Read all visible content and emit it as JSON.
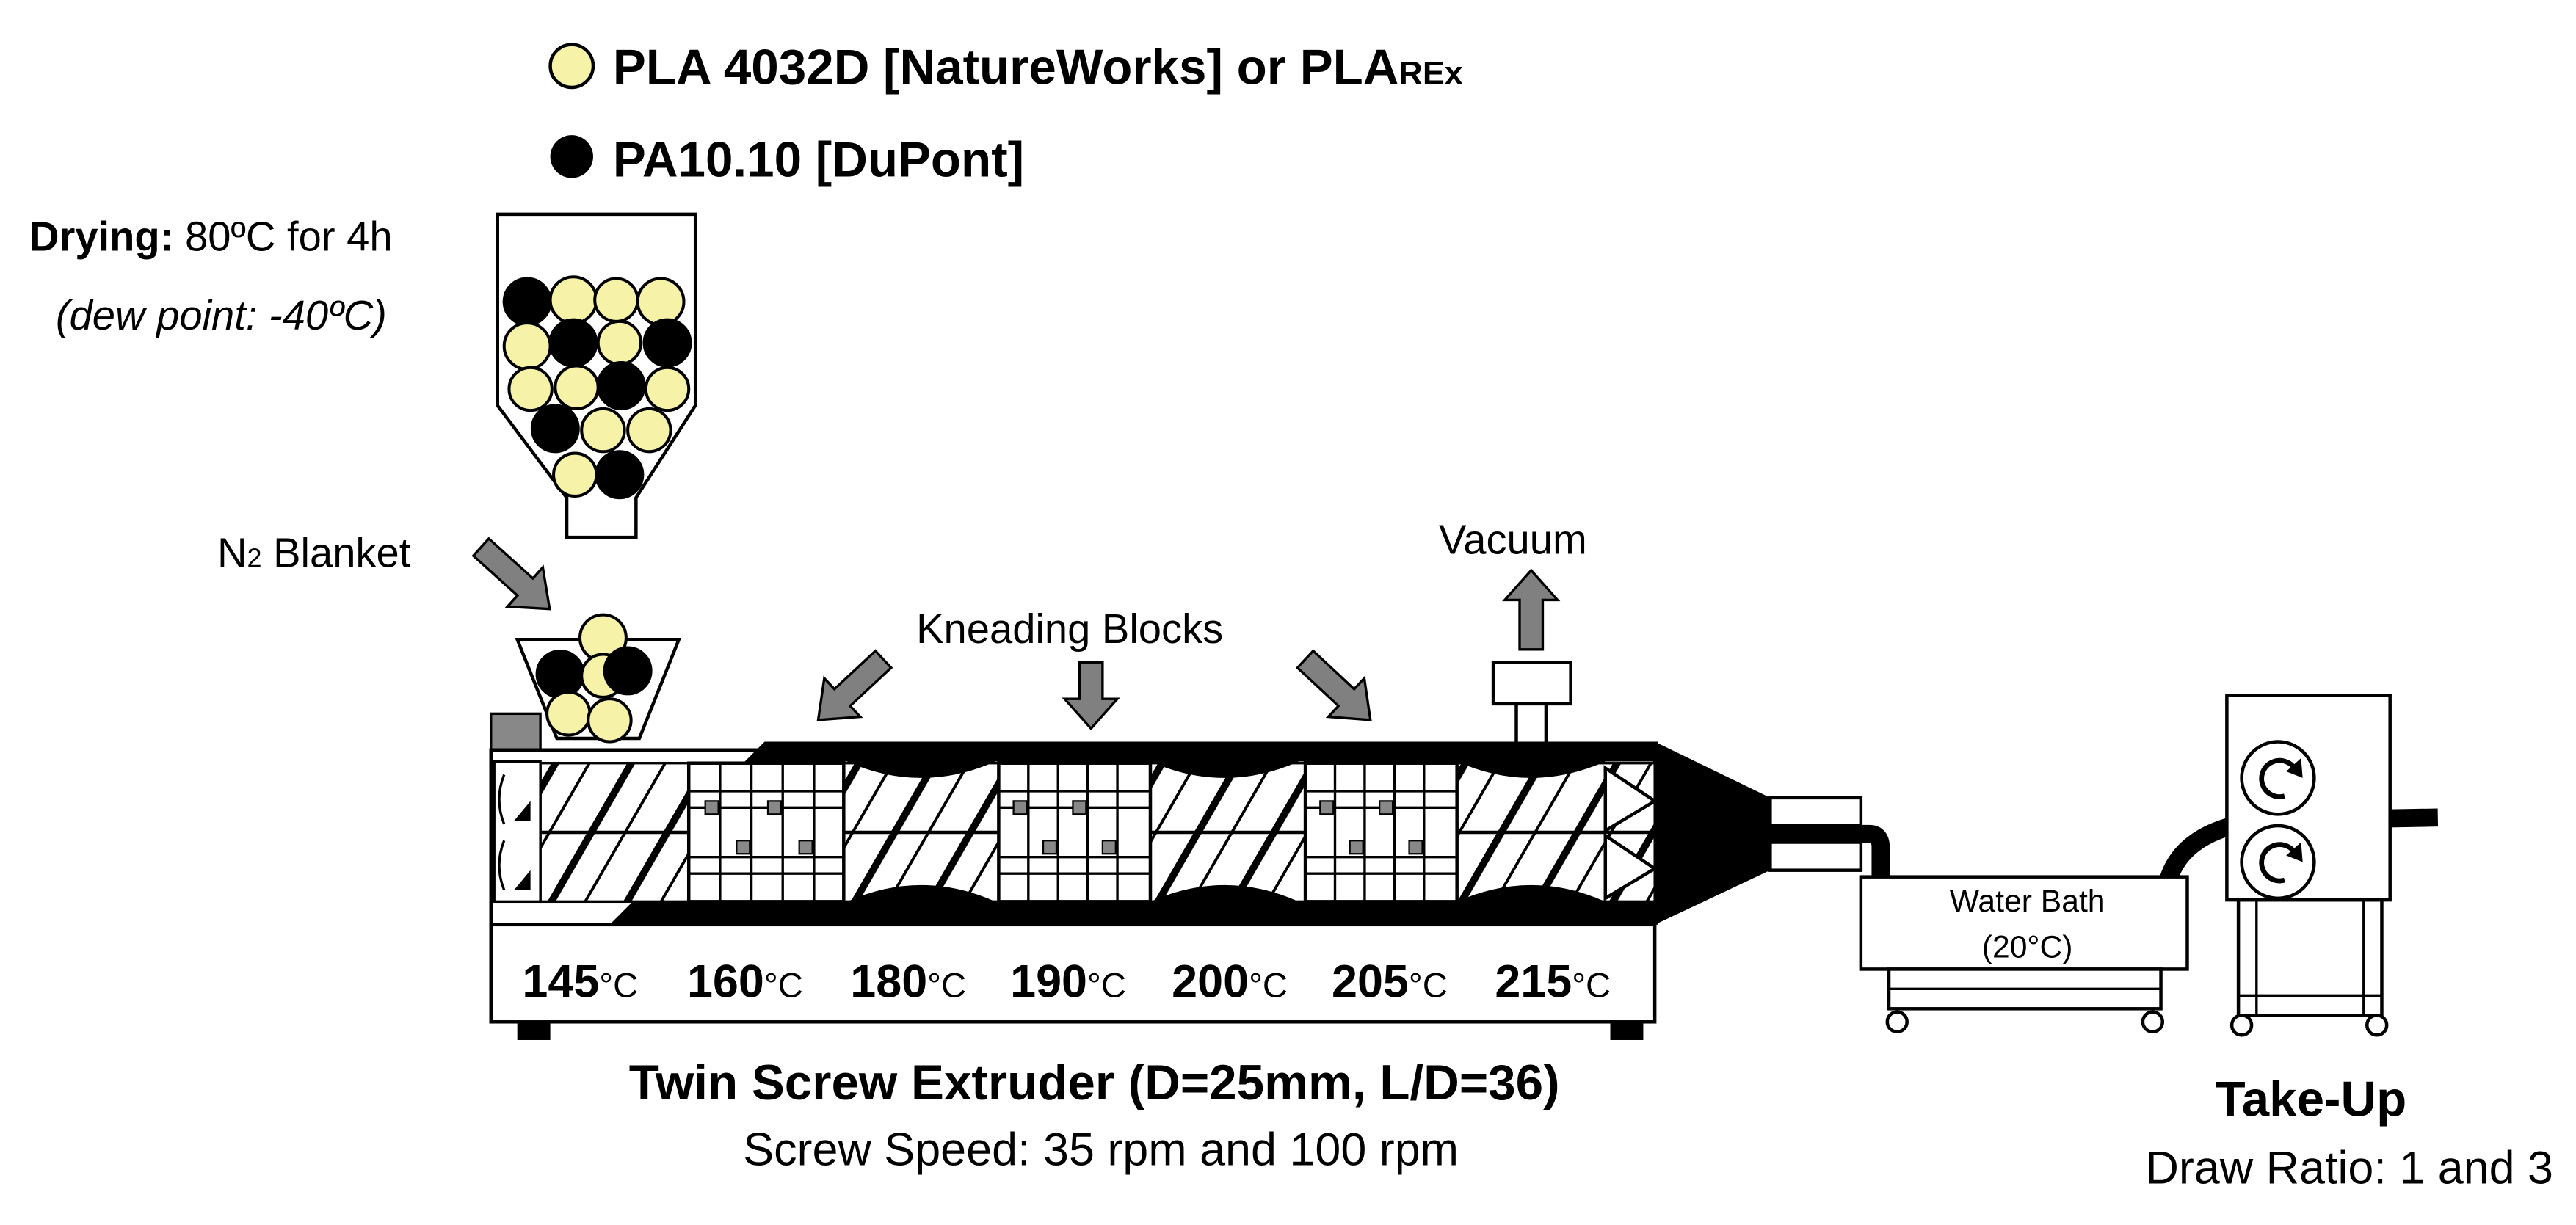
{
  "legend": {
    "pla": {
      "label": "PLA 4032D [NatureWorks] or PLA",
      "subscript": "REx",
      "color": "#f6f3a8"
    },
    "pa": {
      "label": "PA10.10 [DuPont]",
      "color": "#000000"
    }
  },
  "drying": {
    "label": "Drying:",
    "value": "80ºC for 4h",
    "note": "(dew point: -40ºC)"
  },
  "blanket": {
    "label_main": "N",
    "label_sub": "2",
    "label_rest": " Blanket"
  },
  "kneading_label": "Kneading Blocks",
  "vacuum_label": "Vacuum",
  "zones": [
    {
      "temp": "145",
      "unit": "°C"
    },
    {
      "temp": "160",
      "unit": "°C"
    },
    {
      "temp": "180",
      "unit": "°C"
    },
    {
      "temp": "190",
      "unit": "°C"
    },
    {
      "temp": "200",
      "unit": "°C"
    },
    {
      "temp": "205",
      "unit": "°C"
    },
    {
      "temp": "215",
      "unit": "°C"
    }
  ],
  "extruder": {
    "title": "Twin Screw Extruder (D=25mm, L/D=36)",
    "speed": "Screw Speed: 35  rpm and 100 rpm"
  },
  "bath": {
    "line1": "Water Bath",
    "line2": "(20°C)"
  },
  "takeup": {
    "title": "Take-Up",
    "ratio": "Draw Ratio: 1 and 3"
  },
  "colors": {
    "pellet_light": "#f6f3a8",
    "arrow_gray": "#808080",
    "outline": "#000000"
  }
}
